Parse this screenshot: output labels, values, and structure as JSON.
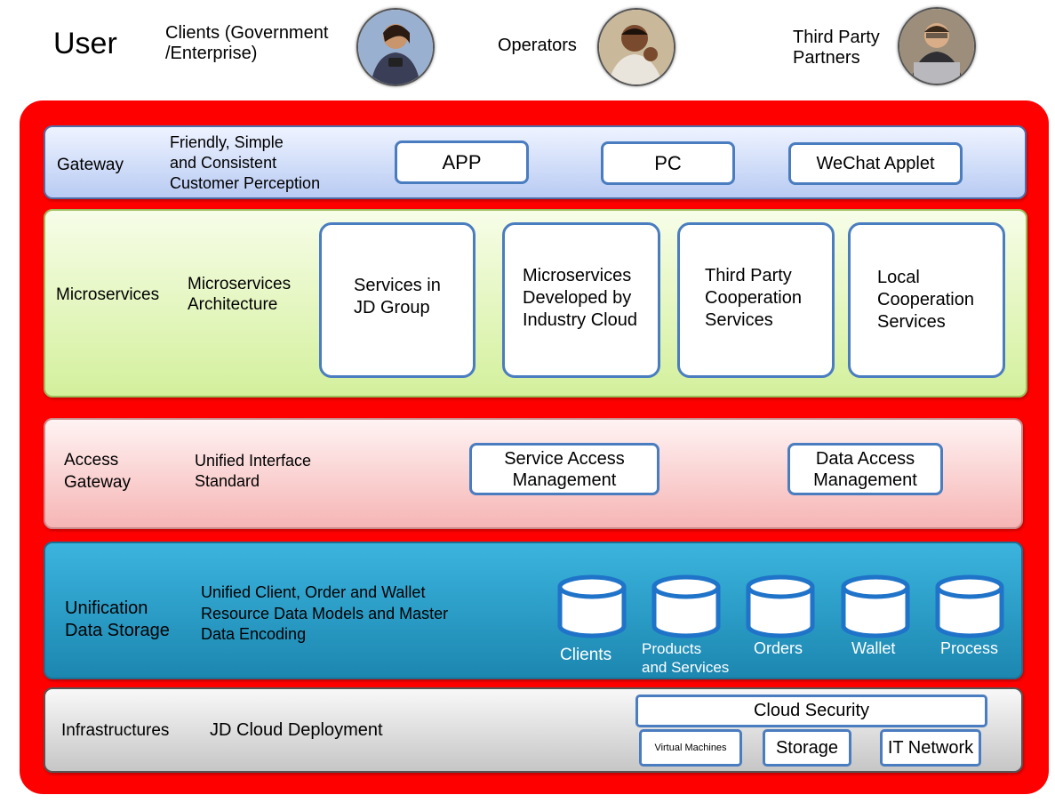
{
  "users": {
    "title": "User",
    "clients_label": "Clients (Government\n/Enterprise)",
    "operators_label": "Operators",
    "partners_label": "Third Party\nPartners"
  },
  "gateway": {
    "label": "Gateway",
    "desc": "Friendly, Simple\nand Consistent\nCustomer Perception",
    "app": "APP",
    "pc": "PC",
    "wechat": "WeChat Applet"
  },
  "microservices": {
    "label": "Microservices",
    "desc": "Microservices\nArchitecture",
    "boxes": [
      "Services in\nJD Group",
      "Microservices\nDeveloped by\nIndustry Cloud",
      "Third Party\nCooperation\nServices",
      "Local\nCooperation\nServices"
    ]
  },
  "access": {
    "label": "Access\nGateway",
    "desc": "Unified Interface\nStandard",
    "service": "Service Access\nManagement",
    "data": "Data Access\nManagement"
  },
  "storage": {
    "label": "Unification\nData Storage",
    "desc": "Unified Client, Order and Wallet\nResource Data Models and Master\nData Encoding",
    "dbs": [
      "Clients",
      "Products\nand Services",
      "Orders",
      "Wallet",
      "Process"
    ]
  },
  "infra": {
    "label": "Infrastructures",
    "desc": "JD Cloud Deployment",
    "security": "Cloud Security",
    "vm": "Virtual Machines",
    "storage": "Storage",
    "network": "IT Network"
  },
  "colors": {
    "frame": "#ff0000",
    "box_border": "#4a7cc0",
    "storage_layer": "#2a9fcc"
  }
}
